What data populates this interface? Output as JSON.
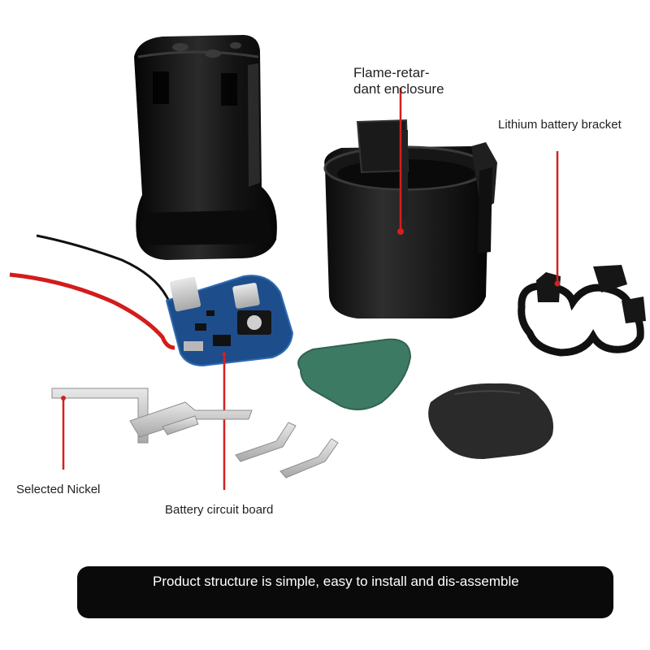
{
  "labels": {
    "enclosure_line1": "Flame-retar-",
    "enclosure_line2": "dant enclosure",
    "bracket": "Lithium battery bracket",
    "nickel": "Selected Nickel",
    "circuit_board": "Battery circuit board"
  },
  "banner": {
    "text": "Product structure is simple, easy to install and dis-assemble"
  },
  "colors": {
    "plastic": "#111111",
    "pcb": "#1e4d8c",
    "pad_green": "#3d7a63",
    "foam": "#2a2a2a",
    "nickel": "#c9c9c9",
    "marker": "#d42020"
  }
}
